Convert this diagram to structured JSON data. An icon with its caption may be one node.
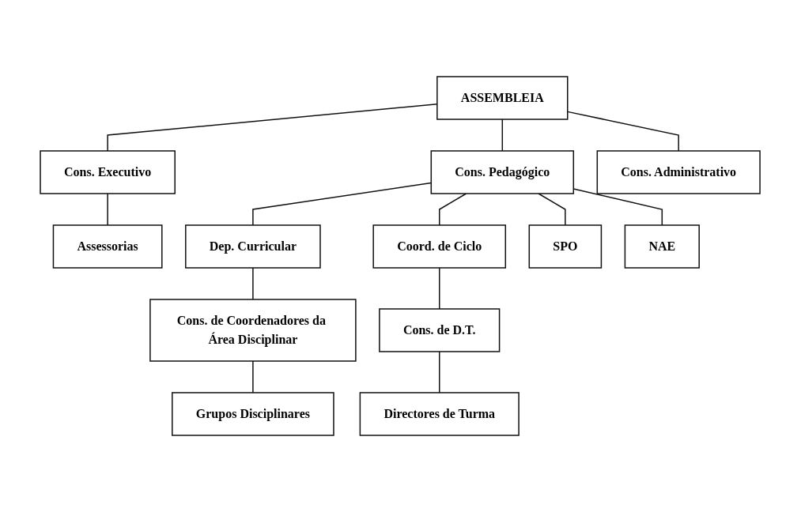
{
  "diagram": {
    "nodes": [
      {
        "text": [
          "ASSEMBLEIA"
        ]
      },
      {
        "text": [
          "Cons. Executivo"
        ]
      },
      {
        "text": [
          "Cons. Pedagógico"
        ]
      },
      {
        "text": [
          "Cons. Administrativo"
        ]
      },
      {
        "text": [
          "Assessorias"
        ]
      },
      {
        "text": [
          "Dep. Curricular"
        ]
      },
      {
        "text": [
          "Coord. de Ciclo"
        ]
      },
      {
        "text": [
          "SPO"
        ]
      },
      {
        "text": [
          "NAE"
        ]
      },
      {
        "text": [
          "Cons. de Coordenadores da Área Disciplinar"
        ]
      },
      {
        "text": [
          "Cons. de D.T."
        ]
      },
      {
        "text": [
          "Grupos Disciplinares"
        ]
      },
      {
        "text": [
          "Directores de Turma"
        ]
      }
    ],
    "edges": [
      {
        "from": 0,
        "to": 1,
        "arrow": "none"
      },
      {
        "from": 0,
        "to": 2,
        "arrow": "none"
      },
      {
        "from": 0,
        "to": 3,
        "arrow": "none"
      },
      {
        "from": 1,
        "to": 4,
        "arrow": "none"
      },
      {
        "from": 2,
        "to": 5,
        "arrow": "none"
      },
      {
        "from": 2,
        "to": 6,
        "arrow": "none"
      },
      {
        "from": 2,
        "to": 7,
        "arrow": "none"
      },
      {
        "from": 2,
        "to": 8,
        "arrow": "none"
      },
      {
        "from": 5,
        "to": 9,
        "arrow": "none"
      },
      {
        "from": 6,
        "to": 10,
        "arrow": "none"
      },
      {
        "from": 9,
        "to": 11,
        "arrow": "none"
      },
      {
        "from": 10,
        "to": 12,
        "arrow": "none"
      }
    ]
  }
}
